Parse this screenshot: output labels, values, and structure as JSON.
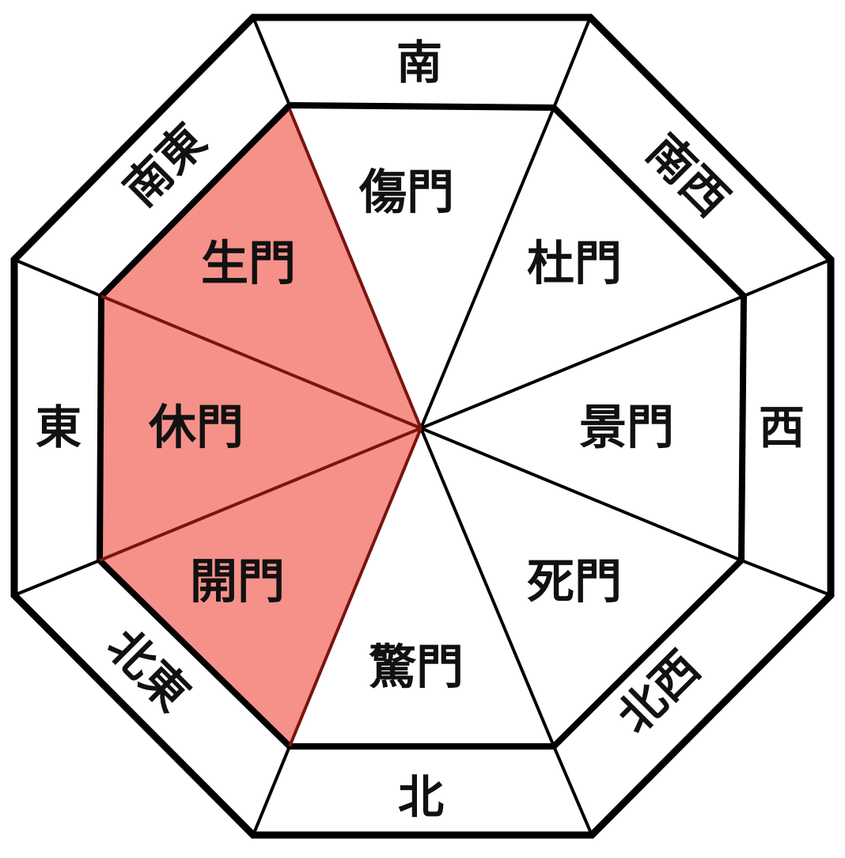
{
  "diagram": {
    "center": "",
    "gates": [
      {
        "id": "shoumon",
        "label": "傷門",
        "direction": "south",
        "highlighted": false
      },
      {
        "id": "tomon",
        "label": "杜門",
        "direction": "southwest",
        "highlighted": false
      },
      {
        "id": "keimon",
        "label": "景門",
        "direction": "west",
        "highlighted": false
      },
      {
        "id": "shimon",
        "label": "死門",
        "direction": "northwest",
        "highlighted": false
      },
      {
        "id": "kyoumon",
        "label": "驚門",
        "direction": "north",
        "highlighted": false
      },
      {
        "id": "kaimon",
        "label": "開門",
        "direction": "northeast",
        "highlighted": true
      },
      {
        "id": "kyuumon",
        "label": "休門",
        "direction": "east",
        "highlighted": true
      },
      {
        "id": "seimon",
        "label": "生門",
        "direction": "southeast",
        "highlighted": true
      }
    ],
    "directions": [
      {
        "id": "south",
        "label": "南"
      },
      {
        "id": "southwest",
        "label": "南西"
      },
      {
        "id": "west",
        "label": "西"
      },
      {
        "id": "northwest",
        "label": "北西"
      },
      {
        "id": "north",
        "label": "北"
      },
      {
        "id": "northeast",
        "label": "北東"
      },
      {
        "id": "east",
        "label": "東"
      },
      {
        "id": "southeast",
        "label": "南東"
      }
    ],
    "colors": {
      "highlight_fill": "#f6918a",
      "highlight_stroke": "#7a1410",
      "line": "#000000",
      "background": "#ffffff"
    }
  }
}
